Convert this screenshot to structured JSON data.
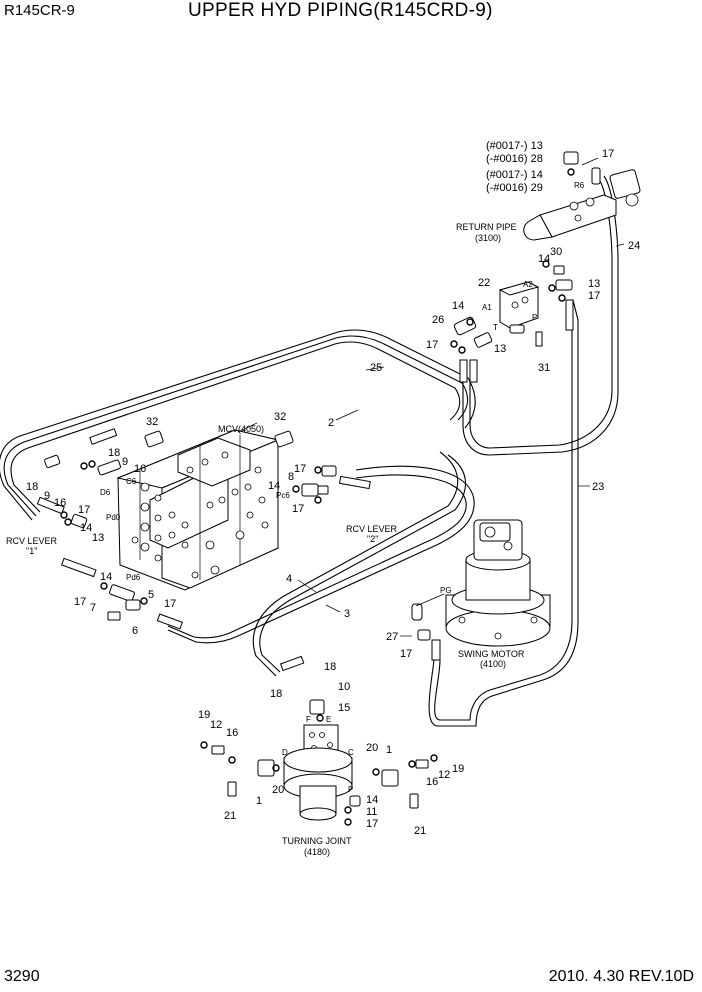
{
  "header": {
    "model": "R145CR-9",
    "title": "UPPER HYD PIPING(R145CRD-9)"
  },
  "footer": {
    "page": "3290",
    "date_rev": "2010. 4.30  REV.10D"
  },
  "components": {
    "mcv": "MCV(4050)",
    "return_pipe": "RETURN PIPE",
    "return_pipe_code": "(3100)",
    "swing_motor": "SWING MOTOR",
    "swing_motor_code": "(4100)",
    "turning_joint": "TURNING JOINT",
    "turning_joint_code": "(4180)",
    "rcv_lever_1": "RCV LEVER",
    "rcv_lever_1_num": "\"1\"",
    "rcv_lever_2": "RCV LEVER",
    "rcv_lever_2_num": "\"2\""
  },
  "serial_notes": {
    "n13": "(#0017-) 13",
    "n28": "(-#0016) 28",
    "n14": "(#0017-) 14",
    "n29": "(-#0016) 29"
  },
  "port_labels": {
    "r6": "R6",
    "a2": "A2",
    "a1": "A1",
    "t": "T",
    "p": "P",
    "c6": "C6",
    "d6": "D6",
    "pd0": "Pd0",
    "pd6": "Pc6",
    "pd6b": "Pd6",
    "pg": "PG",
    "f": "F",
    "e": "E",
    "d": "D",
    "c": "C",
    "p2": "P"
  },
  "callouts": {
    "c17a": "17",
    "c24": "24",
    "c30": "30",
    "c14a": "14",
    "c22": "22",
    "c13a": "13",
    "c17b": "17",
    "c14b": "14",
    "c26": "26",
    "c17c": "17",
    "c13b": "13",
    "c31": "31",
    "c25": "25",
    "c2": "2",
    "c32a": "32",
    "c32b": "32",
    "c18a": "18",
    "c9a": "9",
    "c16a": "16",
    "c8": "8",
    "c17d": "17",
    "c14c": "14",
    "c17e": "17",
    "c18b": "18",
    "c9b": "9",
    "c16b": "16",
    "c17f": "17",
    "c14d": "14",
    "c13c": "13",
    "c23": "23",
    "c14e": "14",
    "c17g": "17",
    "c7": "7",
    "c5": "5",
    "c17h": "17",
    "c6": "6",
    "c4": "4",
    "c3": "3",
    "c27": "27",
    "c17i": "17",
    "c18c": "18",
    "c18d": "18",
    "c10": "10",
    "c15": "15",
    "c19a": "19",
    "c12a": "12",
    "c16c": "16",
    "c20a": "20",
    "c1a": "1",
    "c20b": "20",
    "c1b": "1",
    "c12b": "12",
    "c19b": "19",
    "c16d": "16",
    "c14f": "14",
    "c11": "11",
    "c17j": "17",
    "c21a": "21",
    "c21b": "21"
  }
}
